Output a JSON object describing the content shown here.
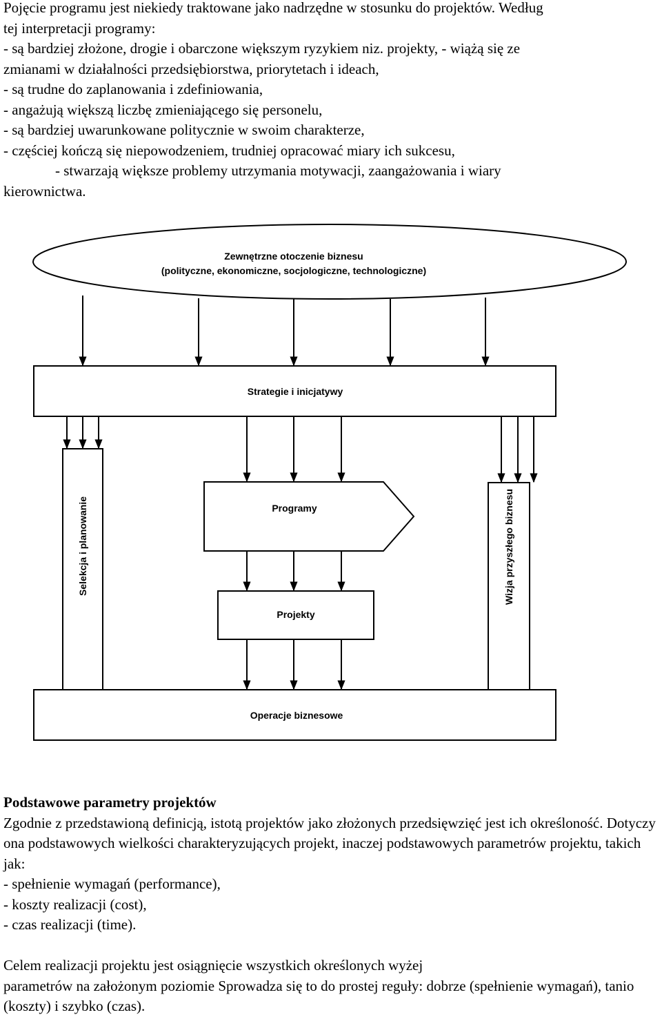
{
  "intro": {
    "lines": [
      "Pojęcie programu jest niekiedy traktowane jako nadrzędne w stosunku do projektów. Według",
      "tej interpretacji programy:",
      "- są bardziej złożone, drogie i obarczone większym ryzykiem niz. projekty, - wiążą się ze",
      "zmianami w działalności przedsiębiorstwa, priorytetach i ideach,",
      "- są trudne do zaplanowania i zdefiniowania,",
      "- angażują większą liczbę zmieniającego się personelu,",
      "- są bardziej uwarunkowane politycznie w swoim charakterze,",
      "- częściej kończą się niepowodzeniem, trudniej opracować miary ich sukcesu,",
      "- stwarzają większe problemy utrzymania motywacji, zaangażowania i wiary",
      "kierownictwa."
    ]
  },
  "diagram": {
    "environment_title": "Zewnętrzne otoczenie biznesu",
    "environment_subtitle": "(polityczne, ekonomiczne, socjologiczne, technologiczne)",
    "strategies": "Strategie i inicjatywy",
    "selection": "Selekcja i planowanie",
    "programs": "Programy",
    "projects": "Projekty",
    "vision": "Wizja przyszłego biznesu",
    "operations": "Operacje biznesowe"
  },
  "section": {
    "heading": "Podstawowe parametry projektów",
    "para1": "Zgodnie z przedstawioną definicją, istotą projektów jako złożonych przedsięwzięć jest ich określoność. Dotyczy ona podstawowych wielkości charakteryzujących projekt, inaczej podstawowych parametrów projektu, takich jak:",
    "item1": "- spełnienie wymagań (performance),",
    "item2": "- koszty realizacji (cost),",
    "item3": "- czas realizacji (time).",
    "para2_line1": "Celem realizacji projektu jest osiągnięcie wszystkich określonych wyżej",
    "para2_rest": "parametrów na założonym poziomie Sprowadza się to do prostej reguły: dobrze (spełnienie wymagań), tanio (koszty) i szybko (czas)."
  }
}
